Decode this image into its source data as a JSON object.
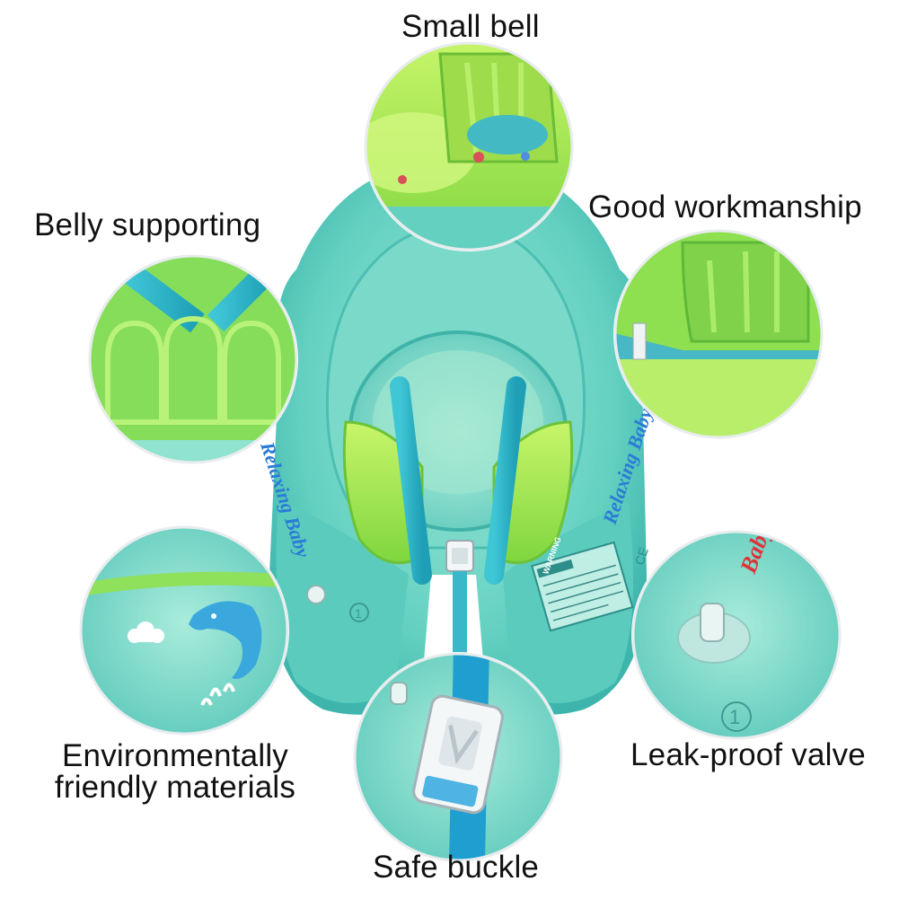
{
  "labels": {
    "small_bell": "Small bell",
    "belly_supporting": "Belly supporting",
    "good_workmanship": "Good workmanship",
    "env_line1": "Environmentally",
    "env_line2": "friendly materials",
    "leak_proof_valve": "Leak-proof valve",
    "safe_buckle": "Safe buckle"
  },
  "product": {
    "brand_left": "Relaxing Baby",
    "brand_right": "Relaxing Baby",
    "brand_detail": "Baby",
    "warning_label": "WARNING",
    "ce_mark": "CE",
    "chamber_number": "1",
    "chamber_number_detail": "1"
  },
  "colors": {
    "float_body": "#6fd6c4",
    "float_shade": "#3fb9b0",
    "float_light": "#aef0e0",
    "lime": "#a6e84a",
    "lime_dark": "#74c93a",
    "strap_blue": "#2fb6c9",
    "brand_red": "#e0323a",
    "brand_blue": "#2a7bd6"
  }
}
